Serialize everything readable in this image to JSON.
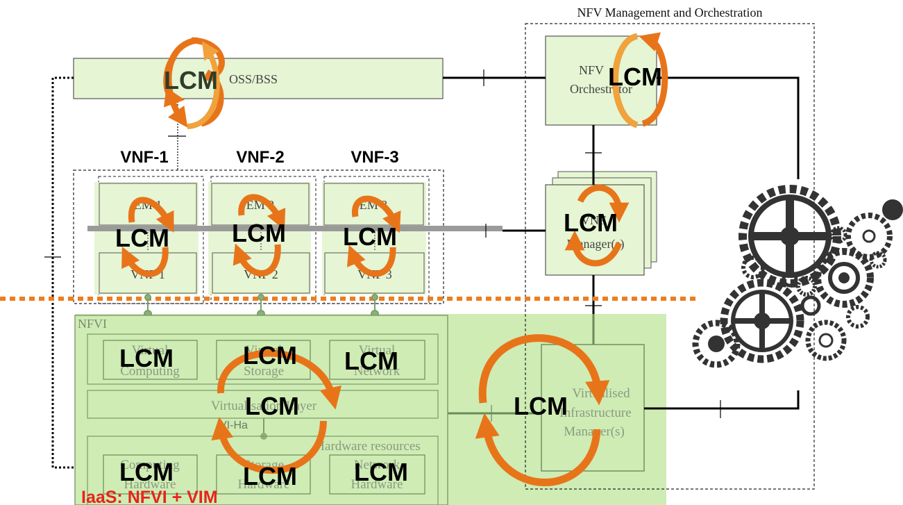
{
  "title": "NFV Management and Orchestration",
  "lcm_label": "LCM",
  "oss": "OSS/BSS",
  "orchestrator": {
    "line1": "NFV",
    "line2": "Orchestrator"
  },
  "vnfm": {
    "line1": "VNF",
    "line2": "Manager(s)"
  },
  "vim": {
    "line1": "Virtualised",
    "line2": "Infrastructure",
    "line3": "Manager(s)"
  },
  "vnfs": [
    {
      "title": "VNF-1",
      "em": "EM 1",
      "vnf": "VNF 1"
    },
    {
      "title": "VNF-2",
      "em": "EM 2",
      "vnf": "VNF 2"
    },
    {
      "title": "VNF-3",
      "em": "EM 3",
      "vnf": "VNF 3"
    }
  ],
  "nfvi": {
    "label": "NFVI",
    "virtual": [
      {
        "line1": "Virtual",
        "line2": "Computing"
      },
      {
        "line1": "Virtual",
        "line2": "Storage"
      },
      {
        "line1": "Virtual",
        "line2": "Network"
      }
    ],
    "virtualisation_layer": "Virtualisation Layer",
    "vi_ha": "VI-Ha",
    "hardware_resources": "Hardware resources",
    "hardware": [
      {
        "line1": "Computing",
        "line2": "Hardware"
      },
      {
        "line1": "Storage",
        "line2": "Hardware"
      },
      {
        "line1": "Network",
        "line2": "Hardware"
      }
    ]
  },
  "iaas": "IaaS: NFVI + VIM",
  "colors": {
    "box_fill": "#e6f5d3",
    "big_green": "#cfecb4",
    "lcm_orange": "#e8741a",
    "dotted_divider": "#ee7d1f",
    "gear": "#333333"
  }
}
